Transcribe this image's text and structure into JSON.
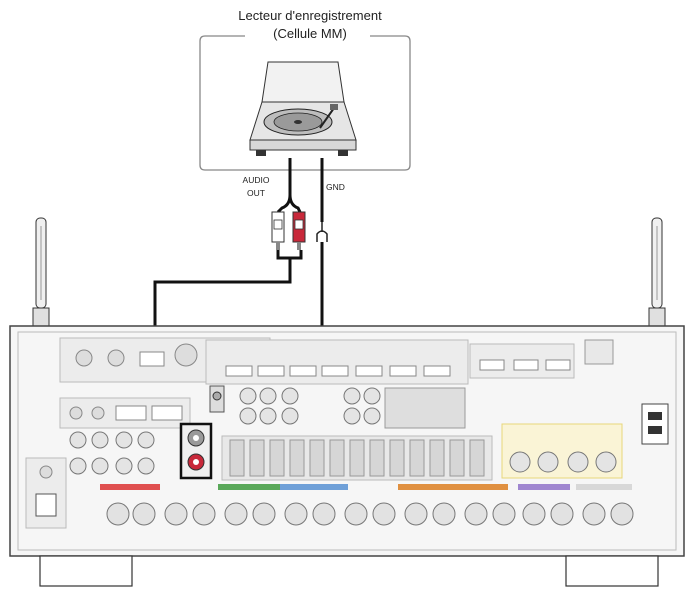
{
  "labels": {
    "device_title_line1": "Lecteur d'enregistrement",
    "device_title_line2": "(Cellule MM)",
    "audio_out_line1": "AUDIO",
    "audio_out_line2": "OUT",
    "gnd": "GND"
  },
  "colors": {
    "cable": "#111111",
    "panel_fill": "#f4f4f4",
    "panel_stroke": "#555555",
    "connector_gray": "#9a9a9a",
    "rca_red": "#c8283a",
    "highlight_box": "#444444",
    "band_red": "#e05050",
    "band_green": "#5aa85a",
    "band_blue": "#6fa0d8",
    "band_orange": "#e09040",
    "band_purple": "#9f86d0",
    "band_yellow": "#e8d77a"
  },
  "icons": {
    "turntable": "turntable-icon",
    "antenna": "antenna-icon",
    "rca_plug": "rca-plug-icon",
    "ground_terminal": "ground-terminal-icon"
  }
}
